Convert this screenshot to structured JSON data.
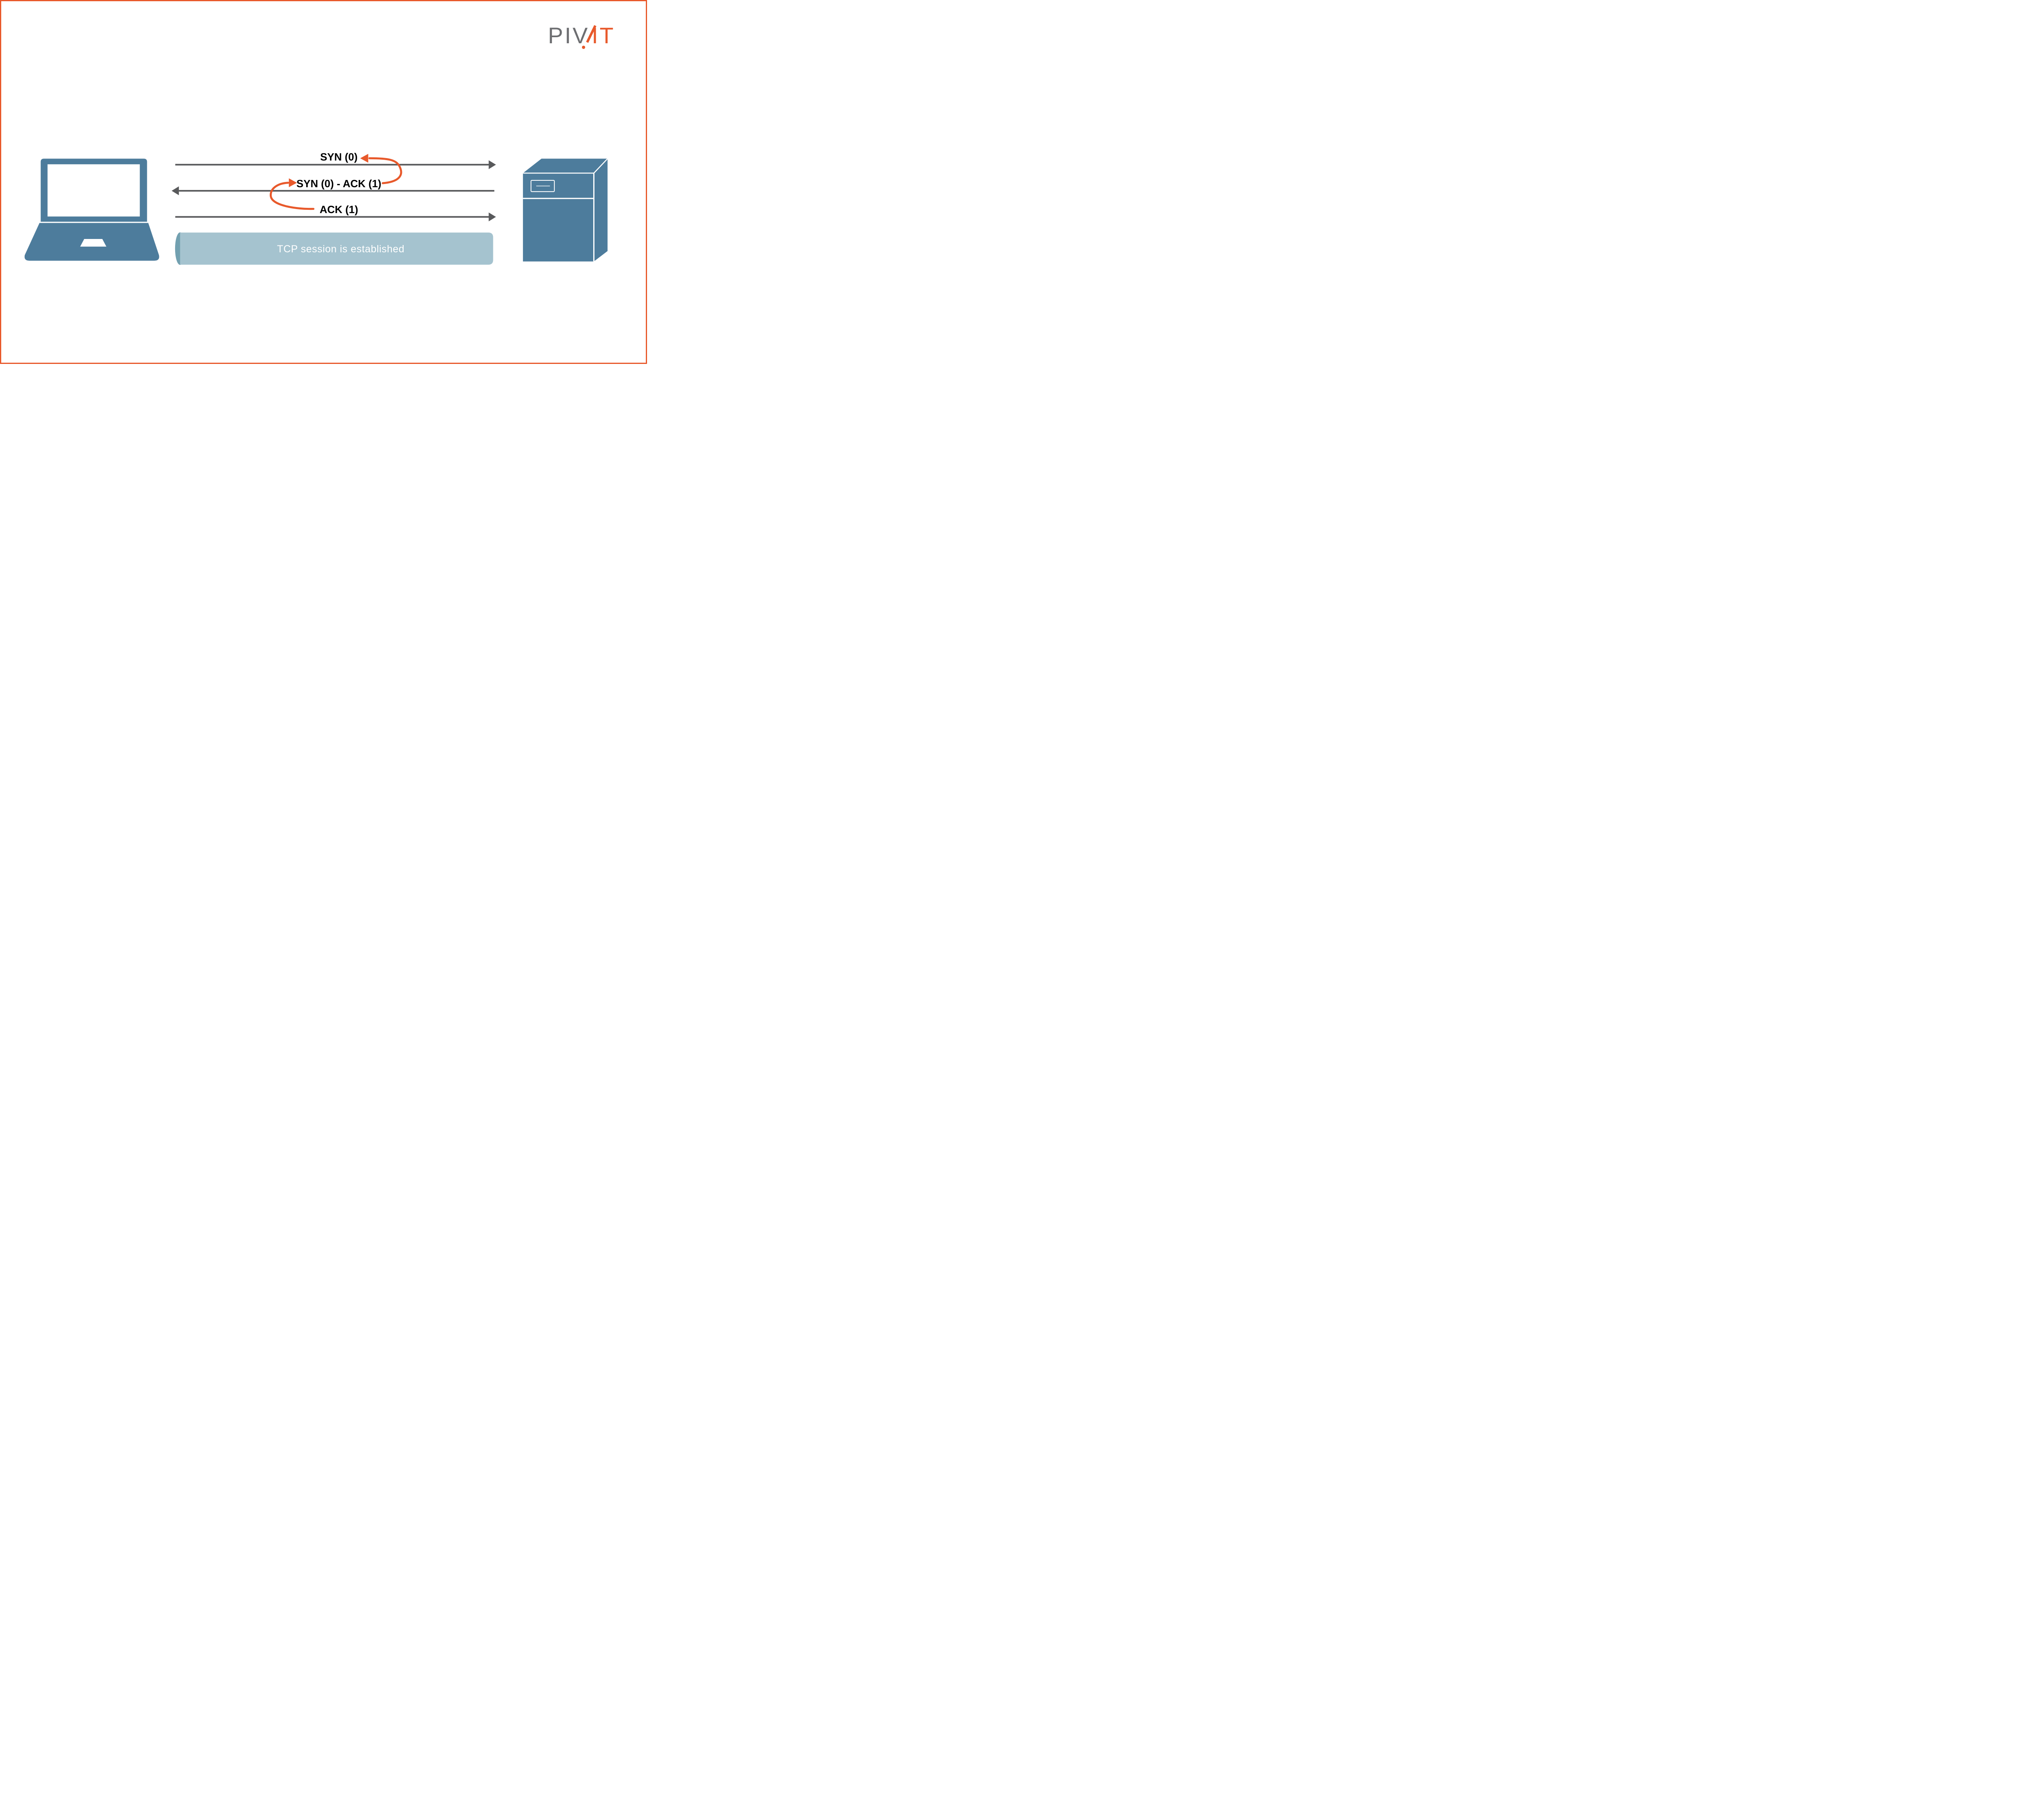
{
  "brand": {
    "logo_gray_text": "PIV",
    "logo_orange_text": "IT",
    "logo_gray_color": "#6d6e71",
    "logo_orange_color": "#e8592b"
  },
  "labels": {
    "syn": "SYN (0)",
    "syn_ack": "SYN (0) - ACK (1)",
    "ack": "ACK (1)",
    "session": "TCP session is established"
  },
  "colors": {
    "page_border": "#e8592b",
    "background": "#ffffff",
    "device_blue": "#4d7c9c",
    "pipe_body": "#a5c3cf",
    "pipe_cap": "#72a0b0",
    "arrow_gray": "#58595b",
    "annotation_orange": "#e8592b",
    "label_text": "#000000",
    "session_text": "#ffffff"
  },
  "sequence": [
    {
      "step": 1,
      "label": "SYN (0)",
      "direction": "client-to-server"
    },
    {
      "step": 2,
      "label": "SYN (0) - ACK (1)",
      "direction": "server-to-client"
    },
    {
      "step": 3,
      "label": "ACK (1)",
      "direction": "client-to-server"
    },
    {
      "step": 4,
      "label": "TCP session is established",
      "direction": "between-client-and-server"
    }
  ]
}
